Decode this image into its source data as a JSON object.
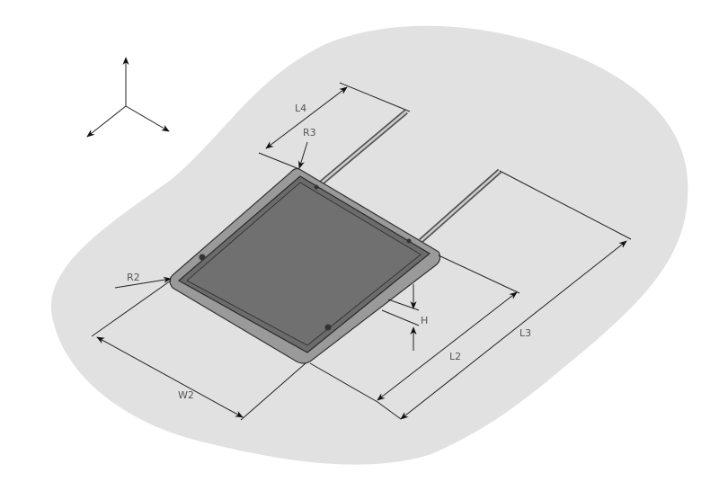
{
  "labels": {
    "L4": "L4",
    "R3": "R3",
    "R2": "R2",
    "H": "H",
    "L2": "L2",
    "L3": "L3",
    "W2": "W2"
  },
  "colors": {
    "background_blob": "#e1e1e1",
    "pad_fill": "#6b6b6b",
    "pad_rim": "#8a8a8a",
    "line": "#222222"
  }
}
